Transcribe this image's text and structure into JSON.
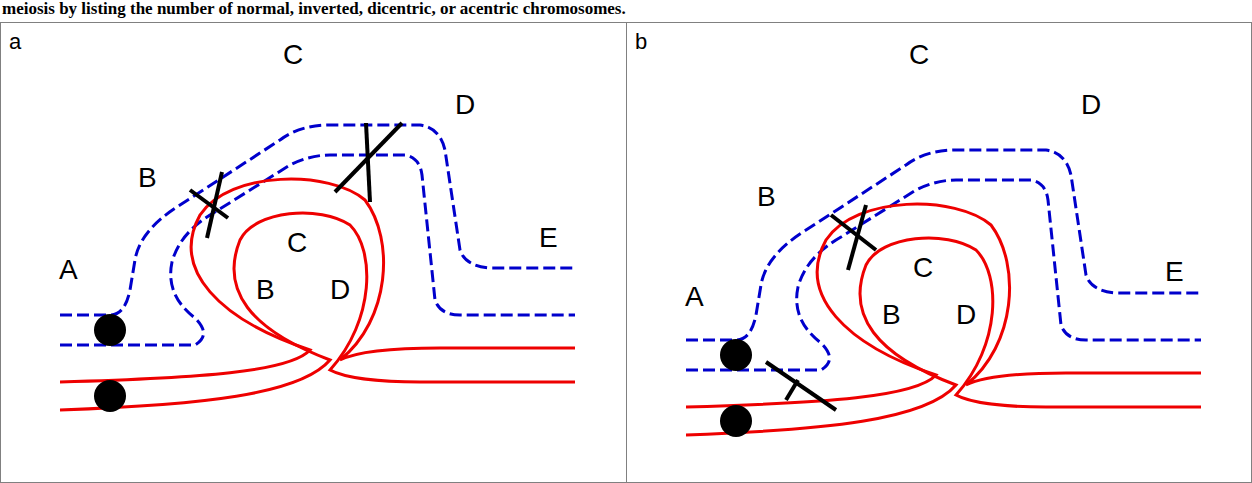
{
  "diagram": {
    "nodes": [
      {
        "text": [
          "a"
        ]
      },
      {
        "text": [
          "b"
        ]
      }
    ],
    "labels": [
      "meiosis by listing the number of normal, inverted, dicentric, or acentric chromosomes.",
      "C",
      "D",
      "B",
      "E",
      "A",
      "C",
      "B",
      "D",
      "C",
      "D",
      "B",
      "E",
      "A",
      "C",
      "B",
      "D"
    ]
  }
}
